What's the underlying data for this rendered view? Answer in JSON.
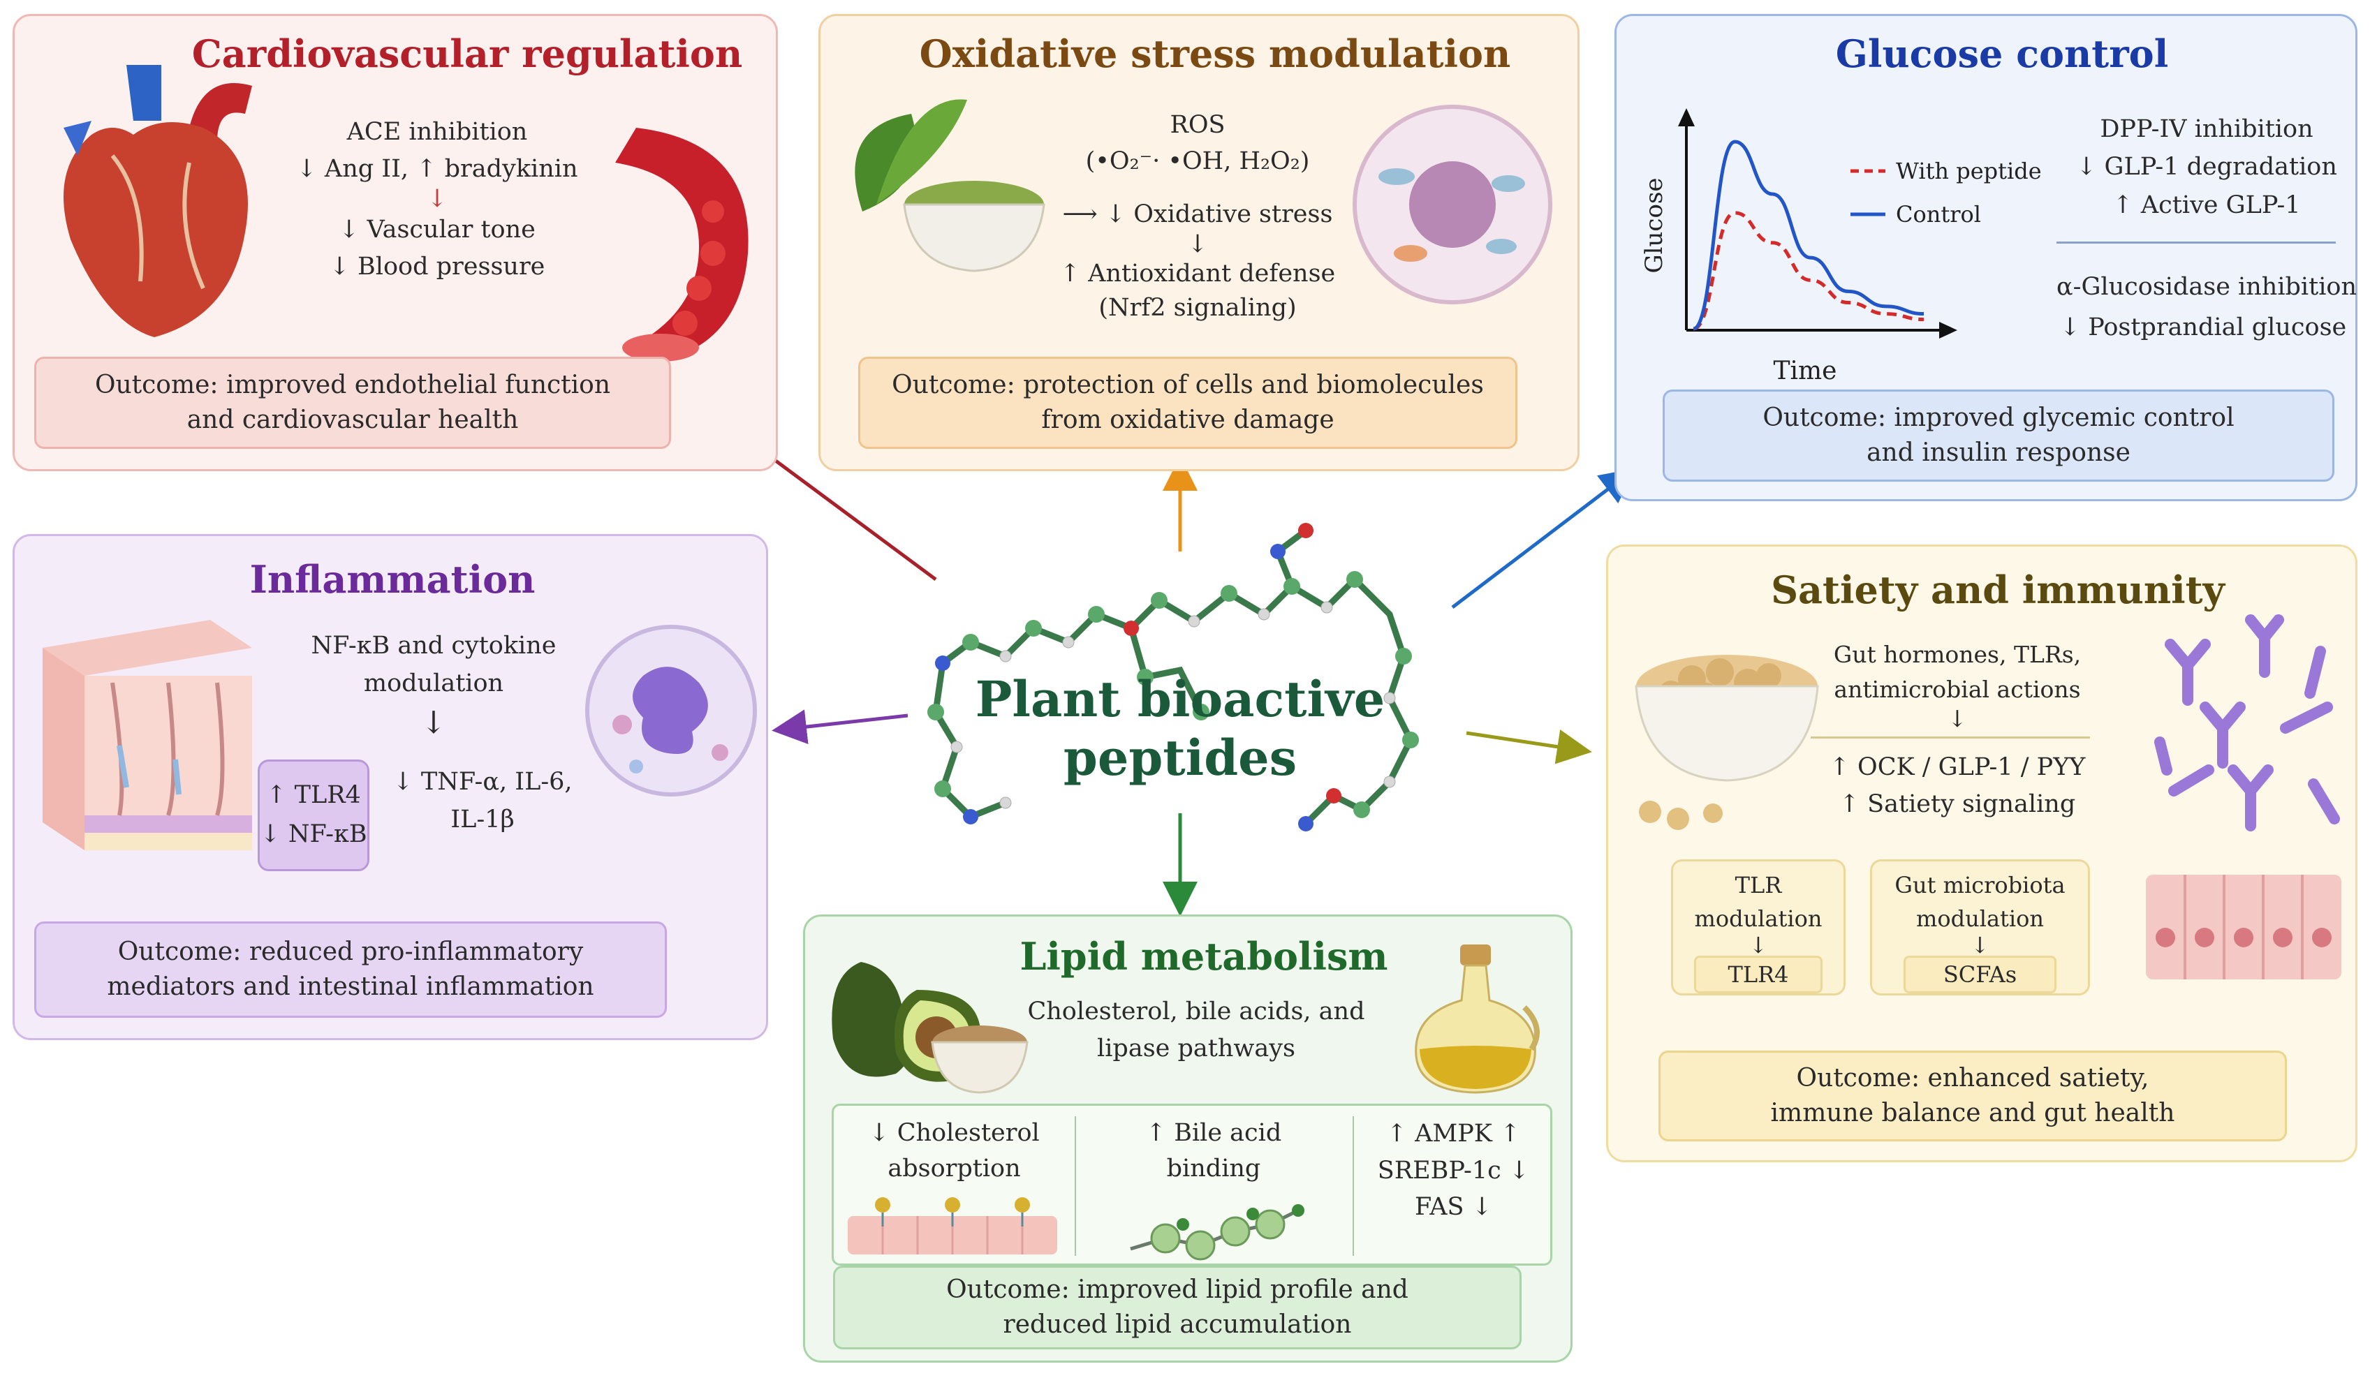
{
  "center": {
    "line1": "Plant bioactive",
    "line2": "peptides"
  },
  "cardio": {
    "title": "Cardiovascular regulation",
    "lines": [
      "ACE inhibition",
      "↓ Ang II, ↑ bradykinin",
      "↓",
      "↓ Vascular tone",
      "↓ Blood pressure"
    ],
    "outcome": [
      "Outcome: improved endothelial function",
      "and cardiovascular health"
    ],
    "icons": [
      "heart-icon",
      "blood-vessel-icon"
    ]
  },
  "oxidative": {
    "title": "Oxidative stress modulation",
    "ros": "ROS",
    "ros_species": "(•O₂⁻· •OH, H₂O₂)",
    "lines": [
      "⟶ ↓ Oxidative stress",
      "↓",
      "↑ Antioxidant defense",
      "(Nrf2 signaling)"
    ],
    "outcome": [
      "Outcome: protection of cells and biomolecules",
      "from oxidative damage"
    ],
    "icons": [
      "tea-leaf-icon",
      "powder-bowl-icon",
      "cell-icon"
    ]
  },
  "glucose": {
    "title": "Glucose control",
    "chart_data": {
      "type": "line",
      "xlabel": "Time",
      "ylabel": "Glucose",
      "series": [
        {
          "name": "With peptide",
          "color": "#d42a2a",
          "style": "dashed",
          "values": [
            0,
            0.62,
            0.46,
            0.26,
            0.14,
            0.08,
            0.05
          ]
        },
        {
          "name": "Control",
          "color": "#2255c8",
          "style": "solid",
          "values": [
            0,
            1.0,
            0.72,
            0.38,
            0.2,
            0.12,
            0.08
          ]
        }
      ]
    },
    "lines": [
      "DPP-IV inhibition",
      "↓ GLP-1 degradation",
      "↑ Active GLP-1",
      "α-Glucosidase inhibition",
      "↓ Postprandial glucose"
    ],
    "outcome": [
      "Outcome: improved glycemic control",
      "and insulin response"
    ]
  },
  "inflammation": {
    "title": "Inflammation",
    "lines": [
      "NF-κB and cytokine",
      "modulation",
      "↓",
      "↓ TNF-α, IL-6,",
      "IL-1β"
    ],
    "box": [
      "↑ TLR4",
      "↓ NF-κB"
    ],
    "outcome": [
      "Outcome: reduced pro-inflammatory",
      "mediators and intestinal inflammation"
    ],
    "icons": [
      "skin-tissue-icon",
      "immune-cell-icon"
    ]
  },
  "satiety": {
    "title": "Satiety and immunity",
    "lines": [
      "Gut hormones, TLRs,",
      "antimicrobial actions",
      "↓",
      "↑ OCK / GLP-1 / PYY",
      "↑ Satiety signaling"
    ],
    "sub1": [
      "TLR",
      "modulation",
      "↓",
      "TLR4"
    ],
    "sub2": [
      "Gut microbiota",
      "modulation",
      "↓",
      "SCFAs"
    ],
    "outcome": [
      "Outcome: enhanced satiety,",
      "immune balance and gut health"
    ],
    "icons": [
      "soybean-bowl-icon",
      "antibody-icon",
      "epithelium-icon"
    ]
  },
  "lipid": {
    "title": "Lipid metabolism",
    "lines": [
      "Cholesterol, bile acids, and",
      "lipase pathways"
    ],
    "col1": [
      "↓ Cholesterol",
      "absorption"
    ],
    "col2": [
      "↑ Bile acid",
      "binding"
    ],
    "col3": [
      "↑ AMPK ↑",
      "SREBP-1c ↓",
      "FAS ↓"
    ],
    "outcome": [
      "Outcome: improved lipid profile and",
      "reduced lipid accumulation"
    ],
    "icons": [
      "avocado-icon",
      "seed-bowl-icon",
      "oil-bottle-icon"
    ]
  },
  "colors": {
    "cardio": "#b3202a",
    "oxidative": "#7a4a12",
    "glucose": "#1a3aa6",
    "inflammation": "#6a2a9a",
    "satiety": "#5a4a10",
    "lipid": "#1f6a2a",
    "center": "#1a5a3a"
  }
}
